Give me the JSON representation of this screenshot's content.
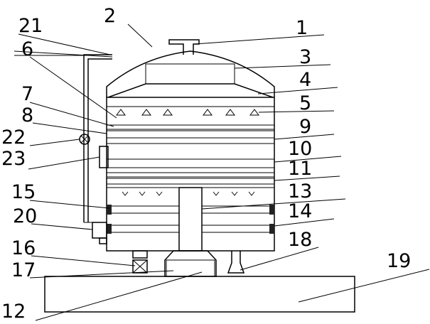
{
  "labels": {
    "l1": "1",
    "l2": "2",
    "l3": "3",
    "l4": "4",
    "l5": "5",
    "l6": "6",
    "l7": "7",
    "l8": "8",
    "l9": "9",
    "l10": "10",
    "l11": "11",
    "l12": "12",
    "l13": "13",
    "l14": "14",
    "l15": "15",
    "l16": "16",
    "l17": "17",
    "l18": "18",
    "l19": "19",
    "l20": "20",
    "l21": "21",
    "l22": "22",
    "l23": "23"
  },
  "colors": {
    "stroke": "#000000",
    "background": "#ffffff",
    "packing_dark": "#222222"
  }
}
